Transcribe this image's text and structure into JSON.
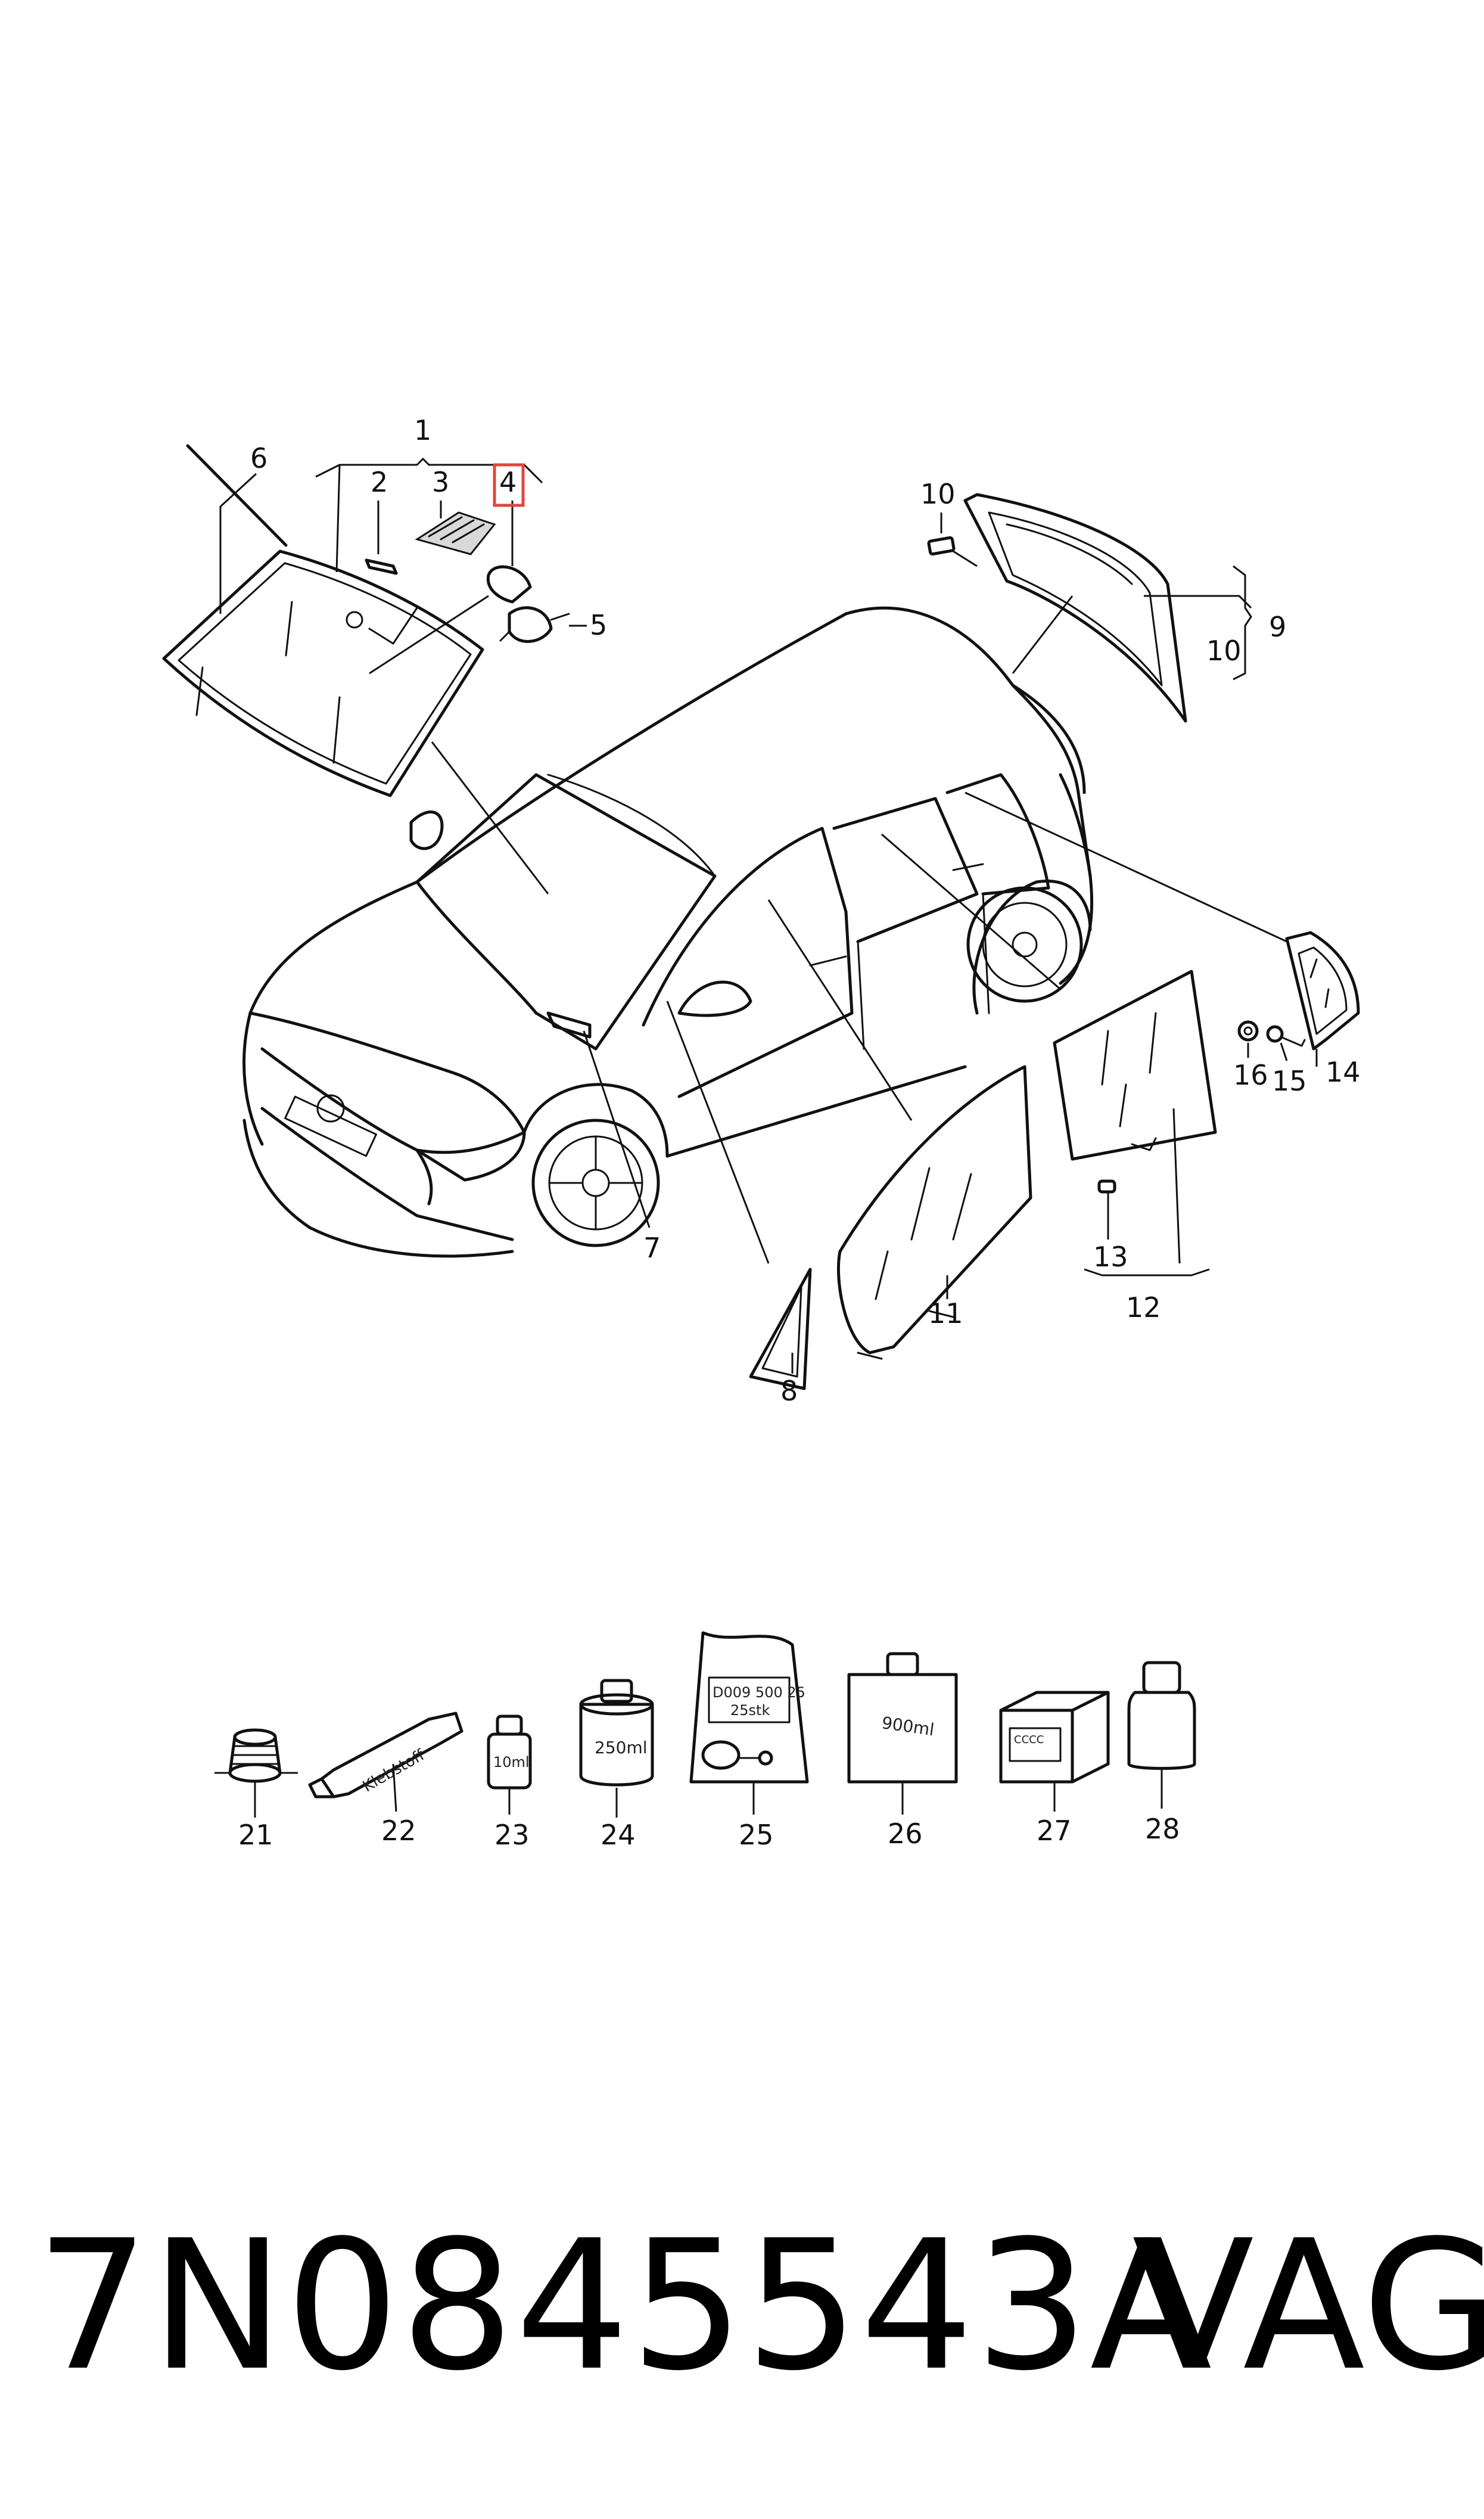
{
  "callouts": {
    "c1": "1",
    "c2": "2",
    "c3": "3",
    "c4": "4",
    "c5": "5",
    "c6": "6",
    "c7": "7",
    "c8": "8",
    "c9": "9",
    "c10a": "10",
    "c10b": "10",
    "c11": "11",
    "c12": "12",
    "c13": "13",
    "c14": "14",
    "c15": "15",
    "c16": "16",
    "c21": "21",
    "c22": "22",
    "c23": "23",
    "c24": "24",
    "c25": "25",
    "c26": "26",
    "c27": "27",
    "c28": "28"
  },
  "product_labels": {
    "tube": "Klebstoff",
    "bottle_small": "10ml",
    "can": "250ml",
    "bag_line1": "D009 500 25",
    "bag_line2": "25stk",
    "box": "900ml",
    "kit": "CCCC"
  },
  "highlight_color": "#e0463f",
  "footer": {
    "part_number": "7N0845543A",
    "brand": "VAG"
  }
}
